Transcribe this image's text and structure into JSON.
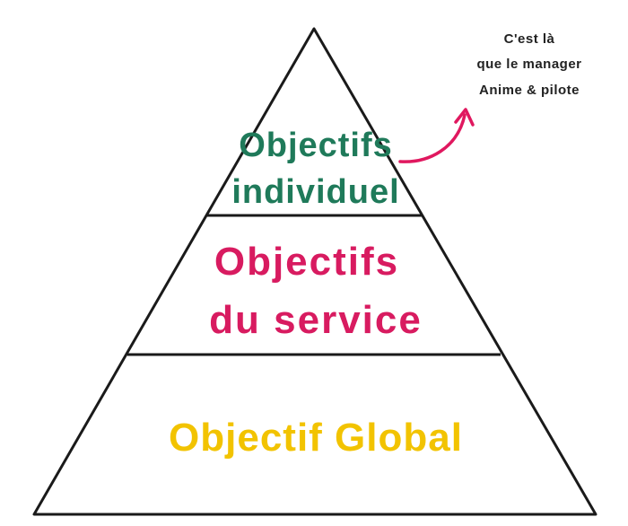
{
  "pyramid": {
    "levels": [
      {
        "id": "top",
        "lines": [
          "Objectifs",
          "individuel"
        ],
        "color": "#1f7a5a"
      },
      {
        "id": "middle",
        "lines": [
          "Objectifs",
          "du service"
        ],
        "color": "#d81b60"
      },
      {
        "id": "base",
        "lines": [
          "Objectif Global"
        ],
        "color": "#f2c300"
      }
    ]
  },
  "annotation": {
    "lines": [
      "C'est là",
      "que le manager",
      "Anime & pilote"
    ],
    "arrow_color": "#e0185f",
    "text_color": "#222222"
  },
  "colors": {
    "outline": "#1a1a1a",
    "background": "#ffffff"
  }
}
